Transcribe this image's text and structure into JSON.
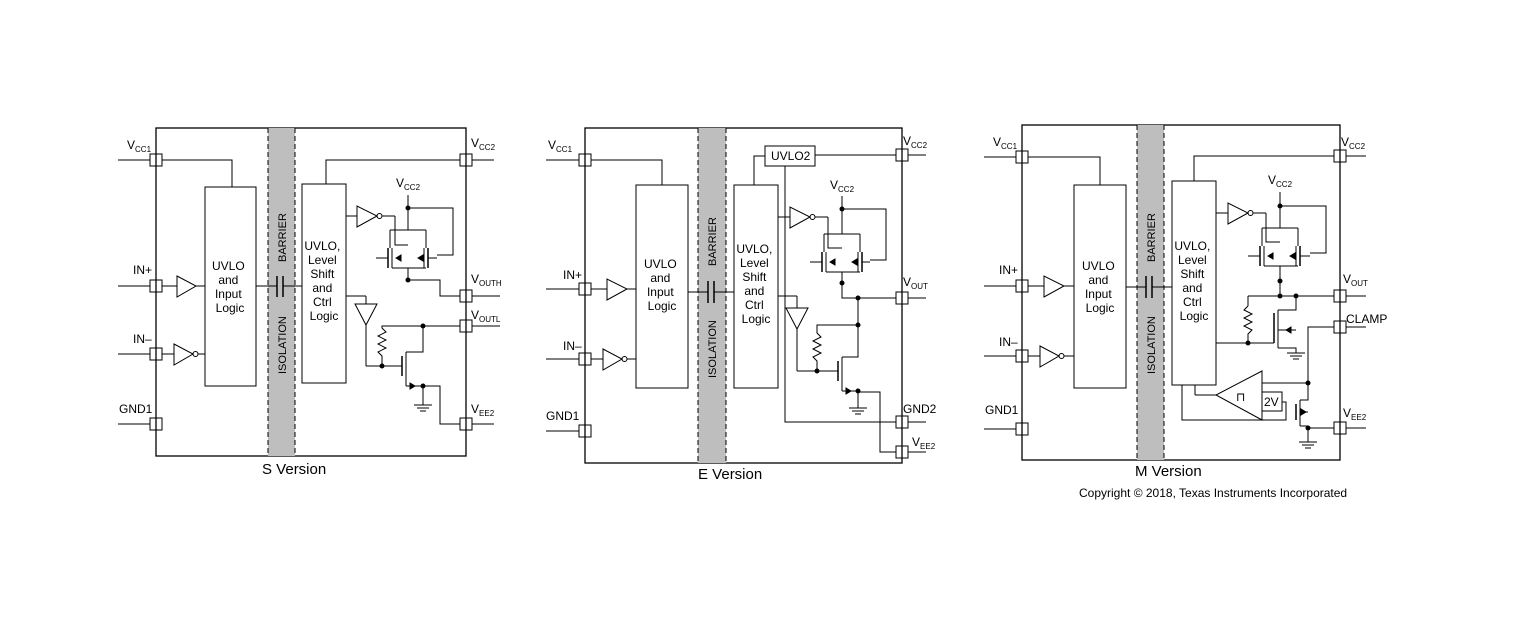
{
  "copyright": "Copyright © 2018, Texas Instruments Incorporated",
  "colors": {
    "barrier": "#bebebe",
    "line": "#000000",
    "background": "#ffffff"
  },
  "common": {
    "vcc1_main": "V",
    "vcc1_sub": "CC1",
    "in_plus": "IN+",
    "in_minus": "IN–",
    "gnd1": "GND1",
    "vcc2_main": "V",
    "vcc2_sub": "CC2",
    "vee2_main": "V",
    "vee2_sub": "EE2",
    "barrier_label": "BARRIER",
    "isolation_label": "ISOLATION",
    "uvlo_input_logic": [
      "UVLO",
      "and",
      "Input",
      "Logic"
    ],
    "level_shift_logic": [
      "UVLO,",
      "Level",
      "Shift",
      "and",
      "Ctrl",
      "Logic"
    ]
  },
  "s_version": {
    "caption": "S Version",
    "vouth_main": "V",
    "vouth_sub": "OUTH",
    "voutl_main": "V",
    "voutl_sub": "OUTL"
  },
  "e_version": {
    "caption": "E Version",
    "uvlo2": "UVLO2",
    "vout_main": "V",
    "vout_sub": "OUT",
    "gnd2": "GND2"
  },
  "m_version": {
    "caption": "M Version",
    "vout_main": "V",
    "vout_sub": "OUT",
    "clamp": "CLAMP",
    "ref_2v": "2V"
  }
}
